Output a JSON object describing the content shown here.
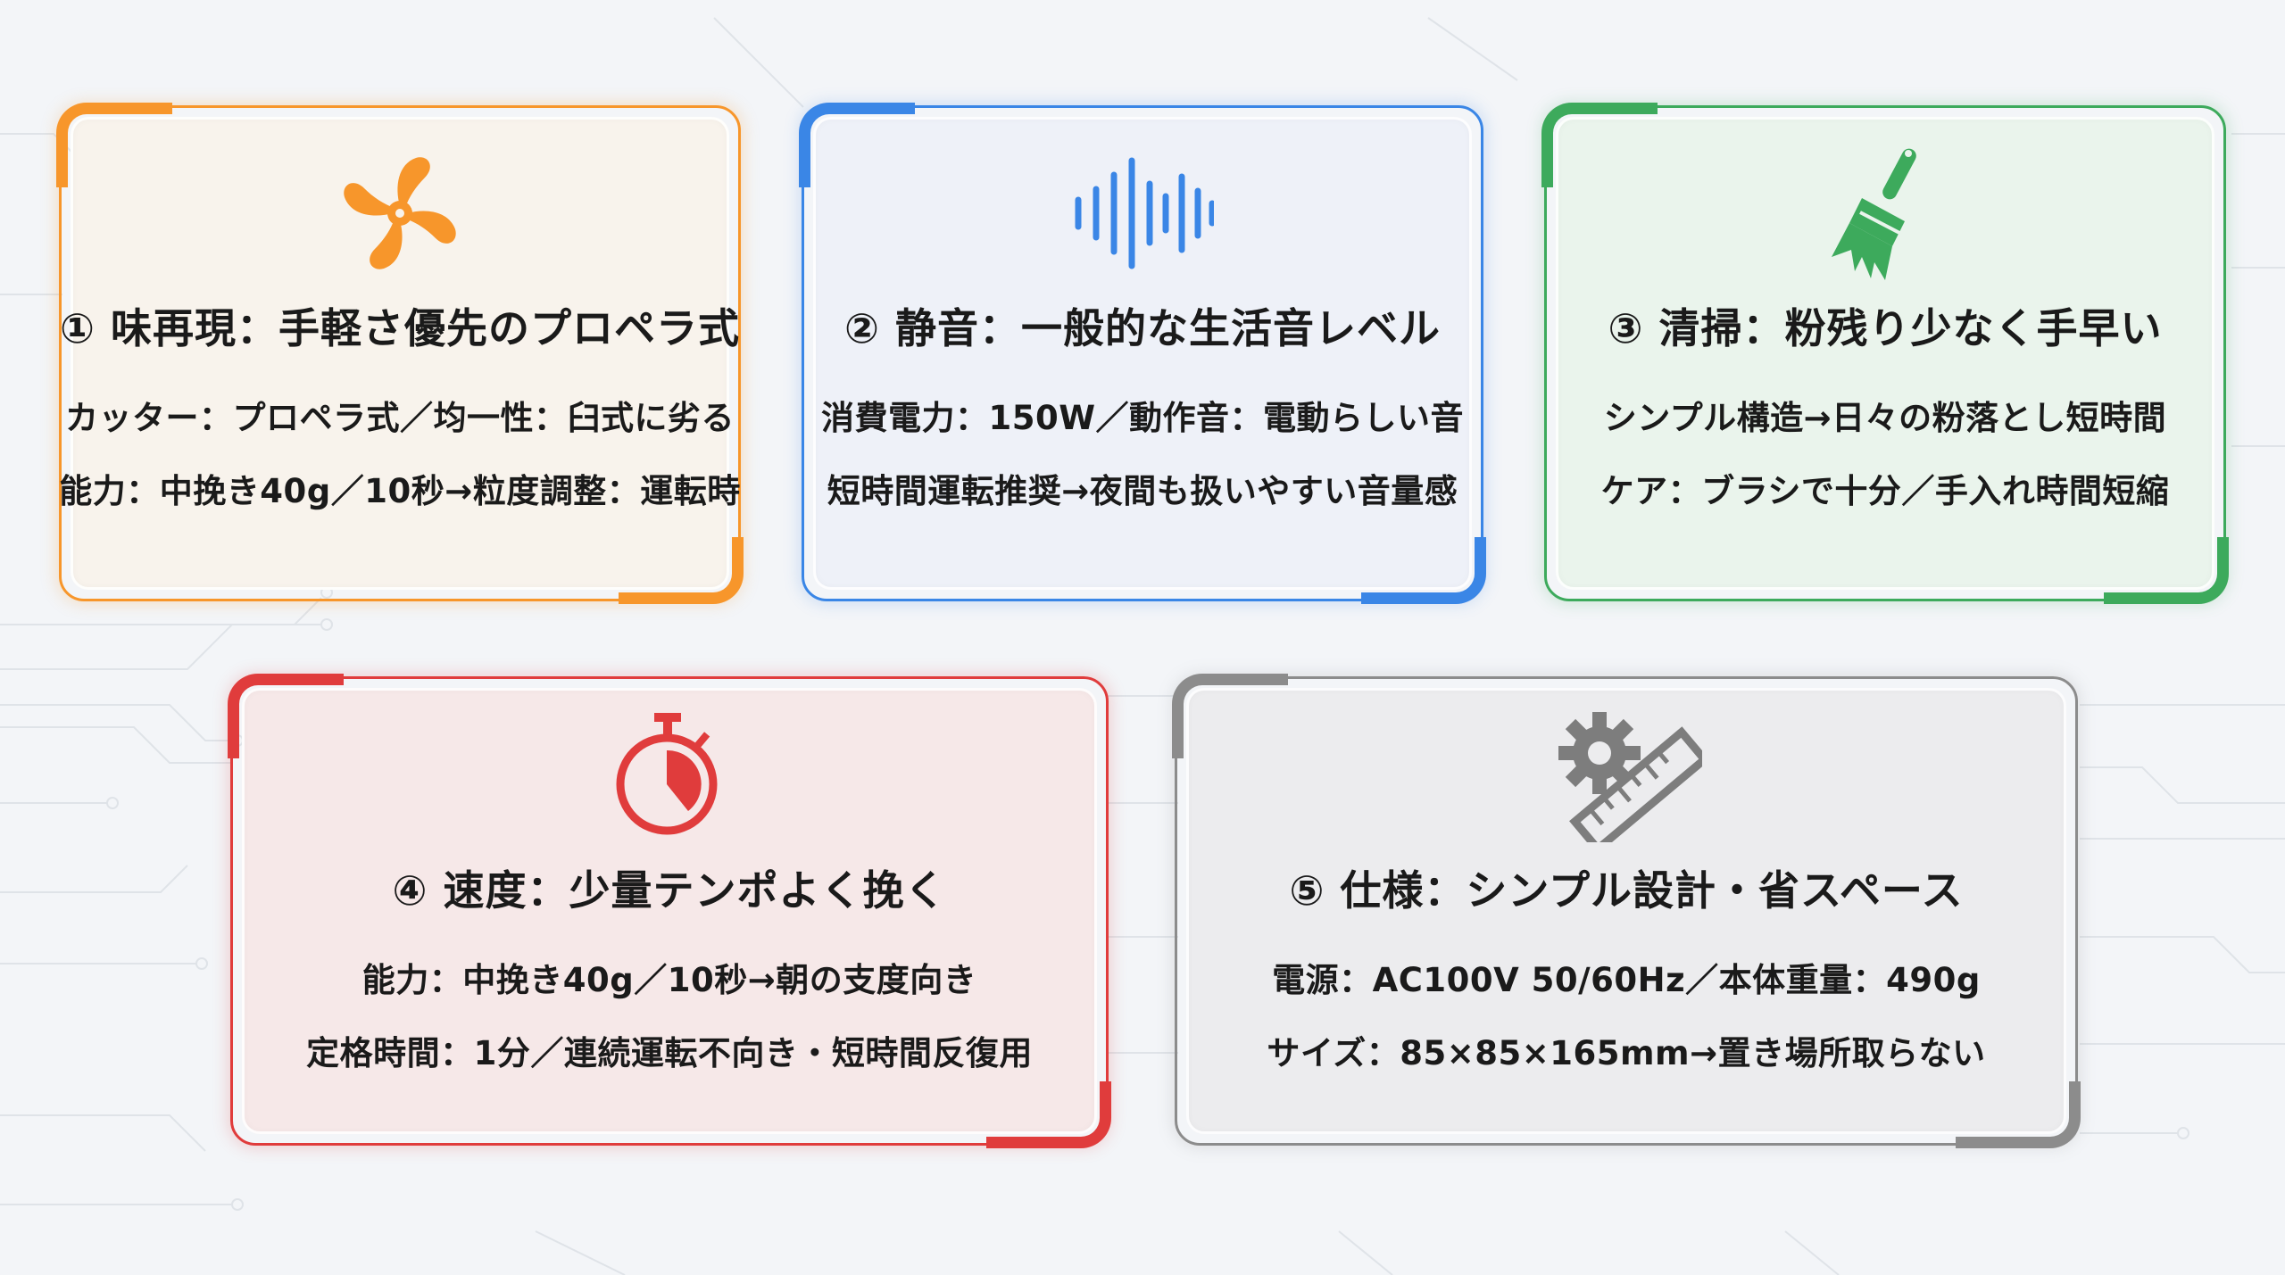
{
  "cards": [
    {
      "id": "flavor",
      "icon": "propeller-icon",
      "accent": "#f7962b",
      "title": "① 味再現：手軽さ優先のプロペラ式",
      "lines": [
        "カッター：プロペラ式／均一性：臼式に劣る",
        "能力：中挽き40g／10秒→粒度調整：運転時"
      ]
    },
    {
      "id": "quiet",
      "icon": "sound-wave-icon",
      "accent": "#3a86e6",
      "title": "② 静音：一般的な生活音レベル",
      "lines": [
        "消費電力：150W／動作音：電動らしい音",
        "短時間運転推奨→夜間も扱いやすい音量感"
      ]
    },
    {
      "id": "cleaning",
      "icon": "brush-icon",
      "accent": "#3daa5c",
      "title": "③ 清掃：粉残り少なく手早い",
      "lines": [
        "シンプル構造→日々の粉落とし短時間",
        "ケア：ブラシで十分／手入れ時間短縮"
      ]
    },
    {
      "id": "speed",
      "icon": "stopwatch-icon",
      "accent": "#e03c3c",
      "title": "④ 速度：少量テンポよく挽く",
      "lines": [
        "能力：中挽き40g／10秒→朝の支度向き",
        "定格時間：1分／連続運転不向き・短時間反復用"
      ]
    },
    {
      "id": "spec",
      "icon": "gear-ruler-icon",
      "accent": "#8c8c8c",
      "title": "⑤ 仕様：シンプル設計・省スペース",
      "lines": [
        "電源：AC100V 50/60Hz／本体重量：490g",
        "サイズ：85×85×165mm→置き場所取らない"
      ]
    }
  ]
}
